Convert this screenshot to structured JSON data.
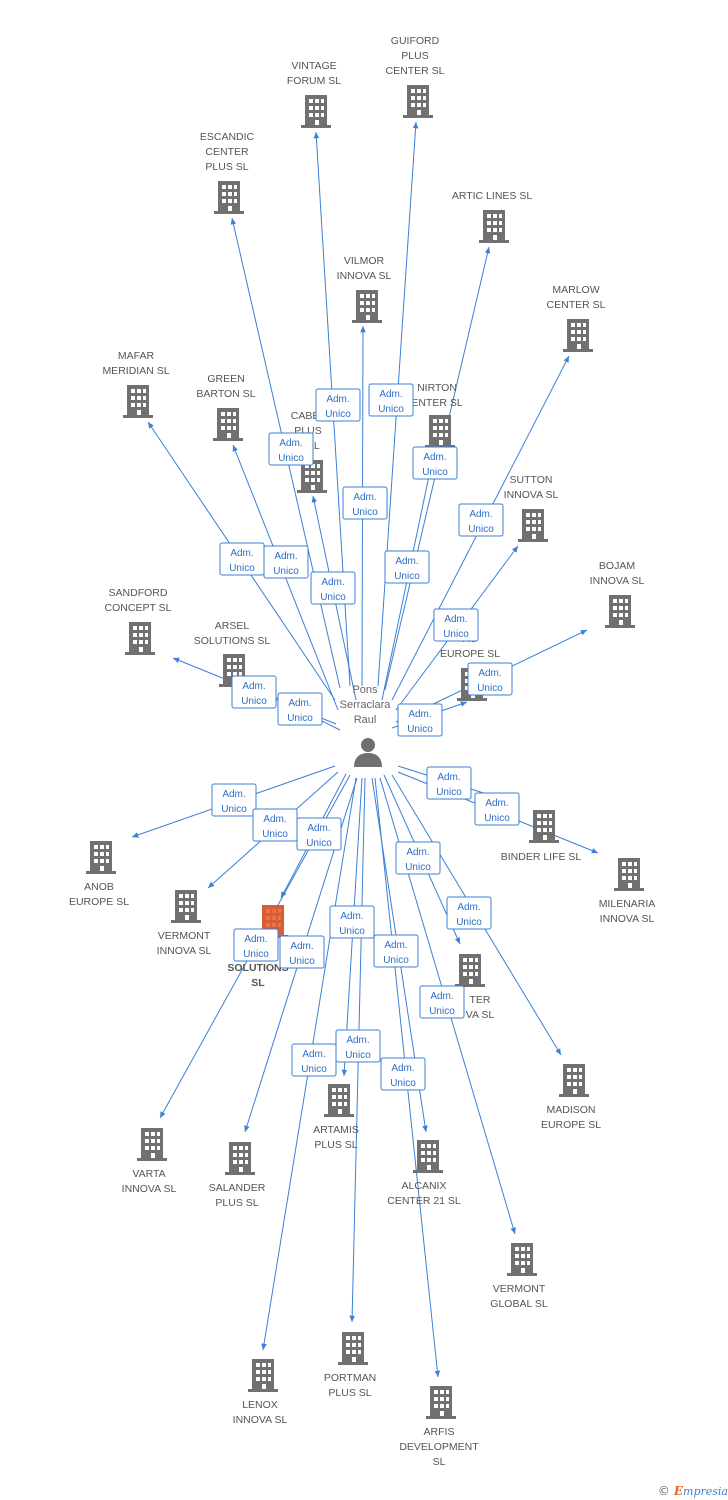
{
  "center": {
    "label": [
      "Pons",
      "Serraclara",
      "Raul"
    ]
  },
  "edge_label": [
    "Adm.",
    "Unico"
  ],
  "colors": {
    "edge": "#3c7fd6",
    "building": "#707070",
    "highlight": "#e8592c"
  },
  "nodes": [
    {
      "id": "vintage",
      "label": [
        "VINTAGE",
        "FORUM SL"
      ]
    },
    {
      "id": "guiford",
      "label": [
        "GUIFORD",
        "PLUS",
        "CENTER SL"
      ]
    },
    {
      "id": "escandic",
      "label": [
        "ESCANDIC",
        "CENTER",
        "PLUS SL"
      ]
    },
    {
      "id": "artic",
      "label": [
        "ARTIC LINES SL"
      ]
    },
    {
      "id": "vilmor",
      "label": [
        "VILMOR",
        "INNOVA SL"
      ]
    },
    {
      "id": "marlow",
      "label": [
        "MARLOW",
        "CENTER SL"
      ]
    },
    {
      "id": "mafar",
      "label": [
        "MAFAR",
        "MERIDIAN SL"
      ]
    },
    {
      "id": "green",
      "label": [
        "GREEN",
        "BARTON SL"
      ]
    },
    {
      "id": "cabel",
      "label": [
        "CABEL",
        "PLUS",
        "R SL"
      ]
    },
    {
      "id": "nirton",
      "label": [
        "NIRTON",
        "ENTER SL"
      ]
    },
    {
      "id": "sutton",
      "label": [
        "SUTTON",
        "INNOVA SL"
      ]
    },
    {
      "id": "bojam",
      "label": [
        "BOJAM",
        "INNOVA SL"
      ]
    },
    {
      "id": "sandford",
      "label": [
        "SANDFORD",
        "CONCEPT SL"
      ]
    },
    {
      "id": "arsel",
      "label": [
        "ARSEL",
        "SOLUTIONS SL"
      ]
    },
    {
      "id": "ac_europe",
      "label": [
        "AC",
        "EUROPE SL"
      ]
    },
    {
      "id": "anob",
      "label": [
        "ANOB",
        "EUROPE SL"
      ]
    },
    {
      "id": "vermont_innova",
      "label": [
        "VERMONT",
        "INNOVA SL"
      ]
    },
    {
      "id": "solutions",
      "label": [
        "SOLUTIONS",
        "SL"
      ],
      "highlight": true
    },
    {
      "id": "binder",
      "label": [
        "BINDER LIFE SL"
      ]
    },
    {
      "id": "milenaria",
      "label": [
        "MILENARIA",
        "INNOVA SL"
      ]
    },
    {
      "id": "xter",
      "label": [
        "TER",
        "VA SL"
      ]
    },
    {
      "id": "madison",
      "label": [
        "MADISON",
        "EUROPE SL"
      ]
    },
    {
      "id": "varta",
      "label": [
        "VARTA",
        "INNOVA SL"
      ]
    },
    {
      "id": "salander",
      "label": [
        "SALANDER",
        "PLUS SL"
      ]
    },
    {
      "id": "artamis",
      "label": [
        "ARTAMIS",
        "PLUS SL"
      ]
    },
    {
      "id": "alcanix",
      "label": [
        "ALCANIX",
        "CENTER 21 SL"
      ]
    },
    {
      "id": "vermont_global",
      "label": [
        "VERMONT",
        "GLOBAL SL"
      ]
    },
    {
      "id": "lenox",
      "label": [
        "LENOX",
        "INNOVA SL"
      ]
    },
    {
      "id": "portman",
      "label": [
        "PORTMAN",
        "PLUS SL"
      ]
    },
    {
      "id": "arfis",
      "label": [
        "ARFIS",
        "DEVELOPMENT",
        "SL"
      ]
    }
  ],
  "footer": {
    "copyright": "©",
    "brand_first": "E",
    "brand_rest": "mpresia"
  }
}
